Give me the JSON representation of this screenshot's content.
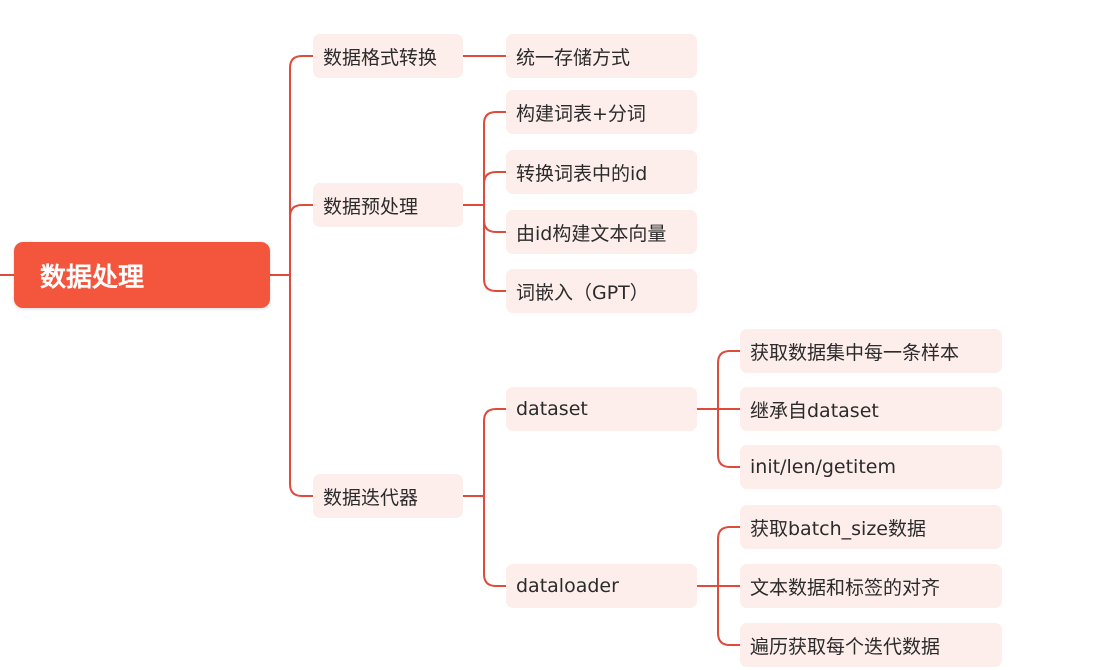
{
  "root": {
    "label": "数据处理"
  },
  "branches": [
    {
      "label": "数据格式转换",
      "children": [
        {
          "label": "统一存储方式"
        }
      ]
    },
    {
      "label": "数据预处理",
      "children": [
        {
          "label": "构建词表+分词"
        },
        {
          "label": "转换词表中的id"
        },
        {
          "label": "由id构建文本向量"
        },
        {
          "label": "词嵌入（GPT）"
        }
      ]
    },
    {
      "label": "数据迭代器",
      "children": [
        {
          "label": "dataset",
          "children": [
            {
              "label": "获取数据集中每一条样本"
            },
            {
              "label": "继承自dataset"
            },
            {
              "label": "init/len/getitem"
            }
          ]
        },
        {
          "label": "dataloader",
          "children": [
            {
              "label": "获取batch_size数据"
            },
            {
              "label": "文本数据和标签的对齐"
            },
            {
              "label": "遍历获取每个迭代数据"
            }
          ]
        }
      ]
    }
  ],
  "colors": {
    "line": "#e04a3a",
    "root_bg": "#f4553d",
    "node_bg": "#fdeeeb"
  }
}
